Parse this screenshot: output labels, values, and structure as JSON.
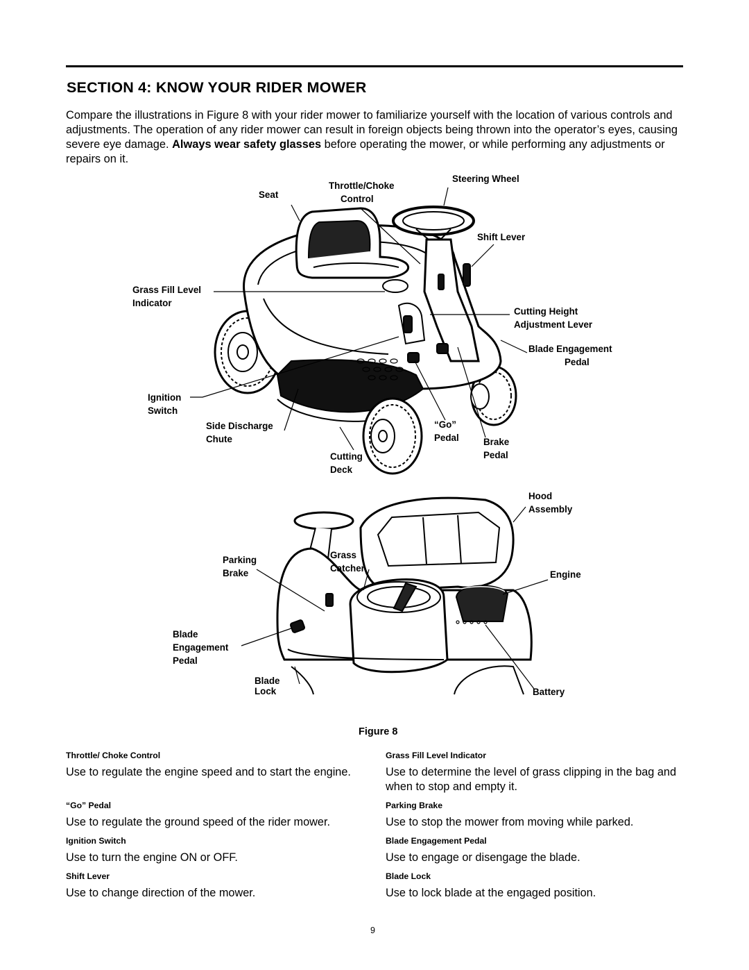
{
  "section_title": "SECTION 4: KNOW YOUR RIDER MOWER",
  "intro": {
    "before_bold": "Compare the illustrations in Figure 8  with your rider mower to familiarize yourself with the location of various controls and adjustments. The operation of any rider mower can result in foreign objects being thrown into the operator’s eyes, causing severe eye damage. ",
    "bold": "Always wear safety glasses",
    "after_bold": " before operating the mower, or while performing any adjustments or repairs on it."
  },
  "figure_caption": "Figure 8",
  "top_labels": {
    "seat": "Seat",
    "throttle_line1": "Throttle/Choke",
    "throttle_line2": "Control",
    "steering_wheel": "Steering Wheel",
    "shift_lever": "Shift Lever",
    "grass_fill_line1": "Grass Fill Level",
    "grass_fill_line2": "Indicator",
    "cutting_height_line1": "Cutting Height",
    "cutting_height_line2": "Adjustment Lever",
    "blade_eng_line1": "Blade Engagement",
    "blade_eng_line2": "Pedal",
    "ignition_line1": "Ignition",
    "ignition_line2": "Switch",
    "side_discharge_line1": "Side Discharge",
    "side_discharge_line2": "Chute",
    "go_line1": "“Go”",
    "go_line2": "Pedal",
    "brake_line1": "Brake",
    "brake_line2": "Pedal",
    "cutting_deck_line1": "Cutting",
    "cutting_deck_line2": "Deck"
  },
  "bottom_labels": {
    "hood_line1": "Hood",
    "hood_line2": "Assembly",
    "parking_line1": "Parking",
    "parking_line2": "Brake",
    "grass_catcher_line1": "Grass",
    "grass_catcher_line2": "Catcher",
    "engine": "Engine",
    "blade_eng_line1": "Blade",
    "blade_eng_line2": "Engagement",
    "blade_eng_line3": "Pedal",
    "blade_lock_line1": "Blade",
    "blade_lock_line2": "Lock",
    "battery": "Battery"
  },
  "descriptions": {
    "left": [
      {
        "heading": "Throttle/ Choke Control",
        "text": "Use to regulate the engine speed and to start the engine."
      },
      {
        "heading": "“Go” Pedal",
        "text": "Use to regulate the ground speed of the rider mower."
      },
      {
        "heading": "Ignition Switch",
        "text": "Use to turn the engine ON or OFF."
      },
      {
        "heading": "Shift Lever",
        "text": "Use to change direction of the mower."
      }
    ],
    "right": [
      {
        "heading": "Grass Fill Level Indicator",
        "text": "Use to determine the level of grass clipping in the bag and when to stop and empty it."
      },
      {
        "heading": "Parking Brake",
        "text": "Use to stop the mower from moving while parked."
      },
      {
        "heading": "Blade Engagement Pedal",
        "text": "Use to engage or disengage the blade."
      },
      {
        "heading": "Blade Lock",
        "text": "Use to lock blade at the engaged position."
      }
    ]
  },
  "page_number": "9"
}
